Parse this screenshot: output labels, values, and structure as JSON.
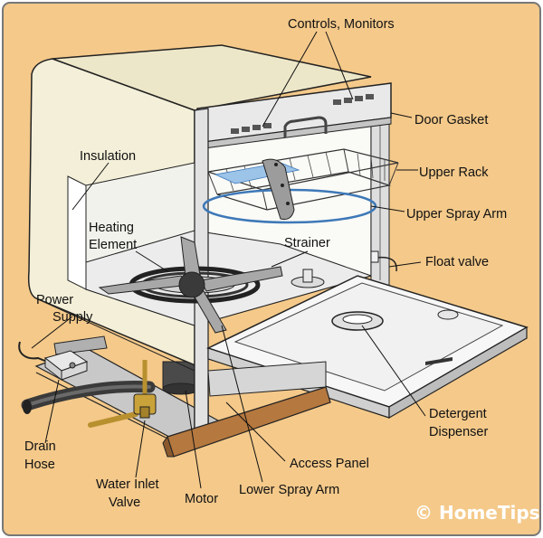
{
  "labels": {
    "controls_monitors": "Controls, Monitors",
    "door_gasket": "Door Gasket",
    "insulation": "Insulation",
    "upper_rack": "Upper Rack",
    "upper_spray_arm": "Upper Spray Arm",
    "heating_element_l1": "Heating",
    "heating_element_l2": "Element",
    "strainer": "Strainer",
    "float_valve": "Float valve",
    "power_supply_l1": "Power",
    "power_supply_l2": "Supply",
    "detergent_dispenser_l1": "Detergent",
    "detergent_dispenser_l2": "Dispenser",
    "drain_hose_l1": "Drain",
    "drain_hose_l2": "Hose",
    "access_panel": "Access Panel",
    "water_inlet_valve_l1": "Water Inlet",
    "water_inlet_valve_l2": "Valve",
    "motor": "Motor",
    "lower_spray_arm": "Lower Spray Arm"
  },
  "watermark": "© HomeTips",
  "colors": {
    "background": "#f4c98a",
    "cabinet": "#f3efd8",
    "interior": "#fafaf6",
    "metal": "#bcbcbc",
    "blue_item": "#9cc3e8",
    "rack_blue": "#3d78b8",
    "wood": "#b5783f",
    "brass": "#c9a23a"
  }
}
